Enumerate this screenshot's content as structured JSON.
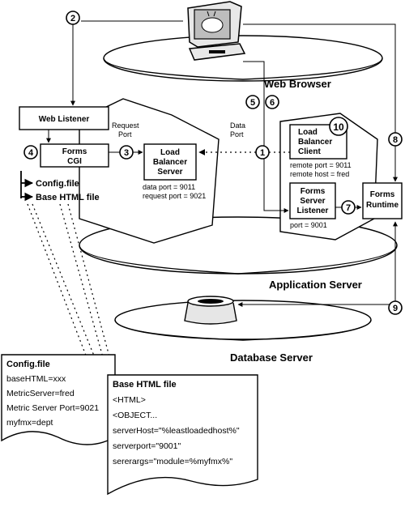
{
  "tiers": {
    "web_browser": "Web Browser",
    "application_server": "Application Server",
    "database_server": "Database Server"
  },
  "boxes": {
    "web_listener": "Web Listener",
    "forms_cgi": [
      "Forms",
      "CGI"
    ],
    "load_balancer_server": [
      "Load",
      "Balancer",
      "Server"
    ],
    "load_balancer_client": [
      "Load",
      "Balancer",
      "Client"
    ],
    "forms_server_listener": [
      "Forms",
      "Server",
      "Listener"
    ],
    "forms_runtime": [
      "Forms",
      "Runtime"
    ]
  },
  "labels": {
    "request_port": [
      "Request",
      "Port"
    ],
    "data_port": [
      "Data",
      "Port"
    ],
    "config_file_link": "Config.file",
    "base_html_link": "Base HTML file",
    "lbs_data_port": "data port = 9011",
    "lbs_request_port": "request port = 9021",
    "lbc_remote_port": "remote port = 9011",
    "lbc_remote_host": "remote host = fred",
    "fsl_port": "port = 9001"
  },
  "steps": [
    "1",
    "2",
    "3",
    "4",
    "5",
    "6",
    "7",
    "8",
    "9",
    "10"
  ],
  "config_doc": {
    "title": "Config.file",
    "lines": [
      "baseHTML=xxx",
      "MetricServer=fred",
      "Metric Server Port=9021",
      "myfmx=dept"
    ]
  },
  "html_doc": {
    "title": "Base HTML file",
    "lines": [
      "<HTML>",
      "<OBJECT...",
      "serverHost=\"%leastloadedhost%\"",
      "serverport=\"9001\"",
      "sererargs=\"module=%myfmx%\""
    ]
  }
}
